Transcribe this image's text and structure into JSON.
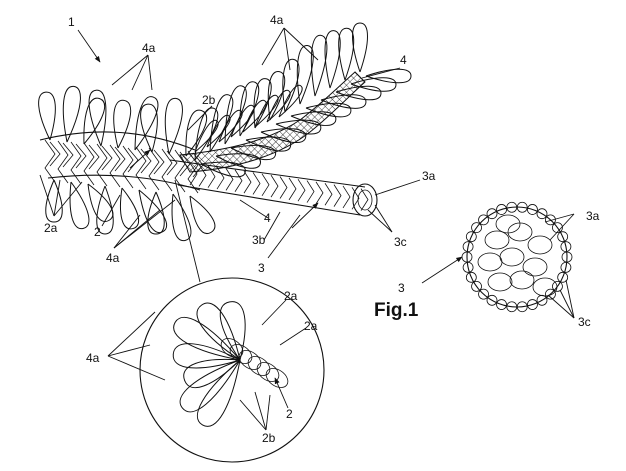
{
  "figure_title": "Fig.1",
  "labels": {
    "rope": "1",
    "core_rope": "2",
    "core_rope_strand": "2a",
    "core_rope_strand_b": "2b",
    "outer_rope": "3",
    "outer_rope_strand": "3a",
    "outer_rope_strand_b": "3b",
    "outer_rope_strand_c": "3c",
    "loop_band": "4",
    "loops": "4a"
  }
}
